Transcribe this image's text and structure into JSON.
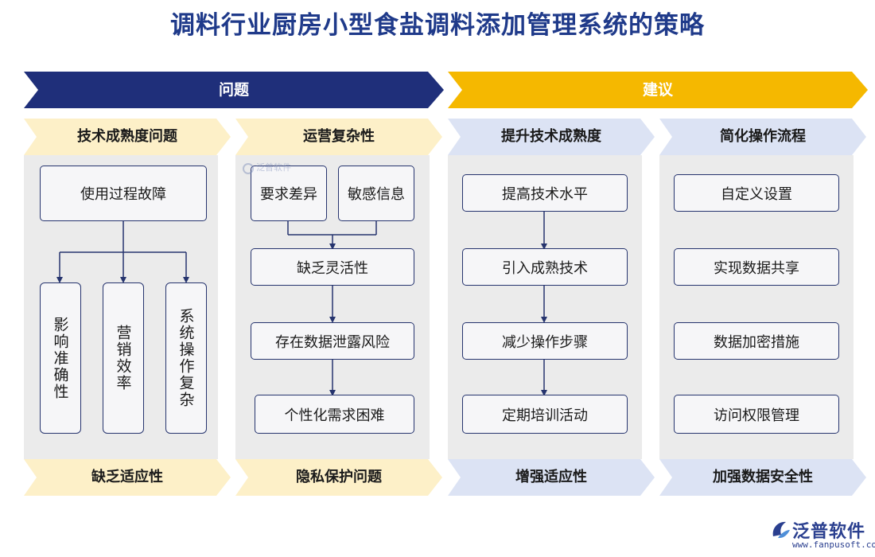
{
  "title": "调料行业厨房小型食盐调料添加管理系统的策略",
  "colors": {
    "title": "#1f3a8a",
    "banner_left": "#1f2f7a",
    "banner_right": "#f5b800",
    "chev_yellow": "#fdf0c8",
    "chev_blue": "#dce3f4",
    "box_border": "#26346e"
  },
  "banners": {
    "left": "问题",
    "right": "建议"
  },
  "columns": [
    {
      "header": "技术成熟度问题",
      "footer": "缺乏适应性",
      "top_box": "使用过程故障",
      "branches": [
        "影响准确性",
        "营销效率",
        "系统操作复杂"
      ]
    },
    {
      "header": "运营复杂性",
      "footer": "隐私保护问题",
      "pair": [
        "要求差异",
        "敏感信息"
      ],
      "chain": [
        "缺乏灵活性",
        "存在数据泄露风险",
        "个性化需求困难"
      ]
    },
    {
      "header": "提升技术成熟度",
      "footer": "增强适应性",
      "chain": [
        "提高技术水平",
        "引入成熟技术",
        "减少操作步骤",
        "定期培训活动"
      ]
    },
    {
      "header": "简化操作流程",
      "footer": "加强数据安全性",
      "items": [
        "自定义设置",
        "实现数据共享",
        "数据加密措施",
        "访问权限管理"
      ]
    }
  ],
  "logo": {
    "name": "泛普软件",
    "url": "www.fanpusoft.com",
    "icon": "fanpu-logo-icon"
  },
  "watermark": {
    "name": "泛普软件",
    "icon": "fanpu-watermark-icon"
  }
}
